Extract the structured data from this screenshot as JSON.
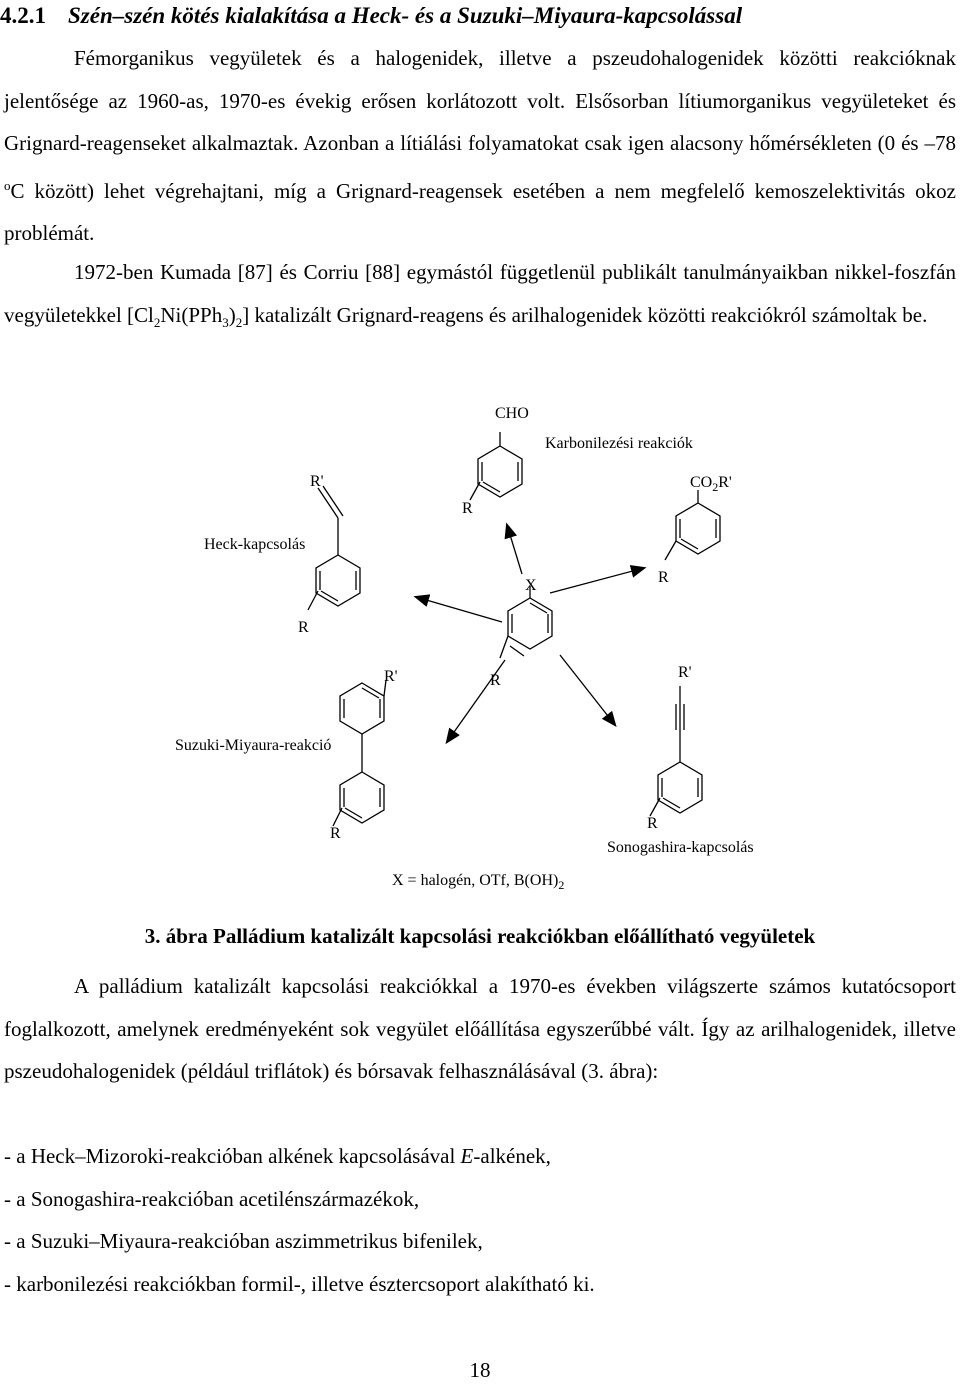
{
  "section": {
    "number": "4.2.1",
    "title": "Szén–szén kötés kialakítása a Heck- és a Suzuki–Miyaura-kapcsolással"
  },
  "paragraph1": {
    "text": "Fémorganikus vegyületek és a halogenidek, illetve a pszeudohalogenidek közötti reakcióknak jelentősége az 1960-as, 1970-es évekig erősen korlátozott volt. Elsősorban lítiumorganikus vegyületeket és Grignard-reagenseket alkalmaztak. Azonban a lítiálási folyamatokat csak igen alacsony hőmérsékleten (0 és –78 ",
    "sup": "o",
    "text_after": "C között) lehet végrehajtani, míg a Grignard-reagensek esetében a nem megfelelő kemoszelektivitás okoz problémát."
  },
  "paragraph2": {
    "text_a": "1972-ben Kumada [87] és Corriu [88] egymástól függetlenül publikált tanulmányaikban nikkel-foszfán vegyületekkel [Cl",
    "sub1": "2",
    "text_b": "Ni(PPh",
    "sub2": "3",
    "text_c": ")",
    "sub3": "2",
    "text_d": "] katalizált Grignard-reagens és arilhalogenidek közötti reakciókról számoltak be."
  },
  "figure": {
    "labels": {
      "cho": "CHO",
      "carbonyl_title": "Karbonilezési reakciók",
      "r_prime_heck": "R'",
      "r_carbonyl": "R",
      "co2r_main": "CO",
      "co2r_sub": "2",
      "co2r_end": "R'",
      "heck_title": "Heck-kapcsolás",
      "x_center": "X",
      "r_ester": "R",
      "r_heck": "R",
      "r_prime_suzuki": "R'",
      "r_center": "R",
      "r_prime_sono": "R'",
      "suzuki_title": "Suzuki-Miyaura-reakció",
      "r_suzuki": "R",
      "r_sono": "R",
      "sono_title": "Sonogashira-kapcsolás",
      "legend_main": "X = halogén, OTf, B(OH)",
      "legend_sub": "2"
    }
  },
  "caption": {
    "text": "3. ábra Palládium katalizált kapcsolási reakciókban előállítható vegyületek"
  },
  "paragraph3": {
    "text": "A palládium katalizált kapcsolási reakciókkal a 1970-es években világszerte számos kutatócsoport foglalkozott, amelynek eredményeként sok vegyület előállítása egyszerűbbé vált. Így az arilhalogenidek, illetve pszeudohalogenidek (például triflátok) és bórsavak felhasználásával (3. ábra):"
  },
  "list": {
    "item1_a": "- a Heck–Mizoroki-reakcióban alkének kapcsolásával ",
    "item1_em": "E",
    "item1_b": "-alkének,",
    "item2": "- a Sonogashira-reakcióban acetilénszármazékok,",
    "item3": "- a Suzuki–Miyaura-reakcióban aszimmetrikus bifenilek,",
    "item4": "- karbonilezési reakciókban formil-, illetve észtercsoport alakítható ki."
  },
  "page_number": "18"
}
